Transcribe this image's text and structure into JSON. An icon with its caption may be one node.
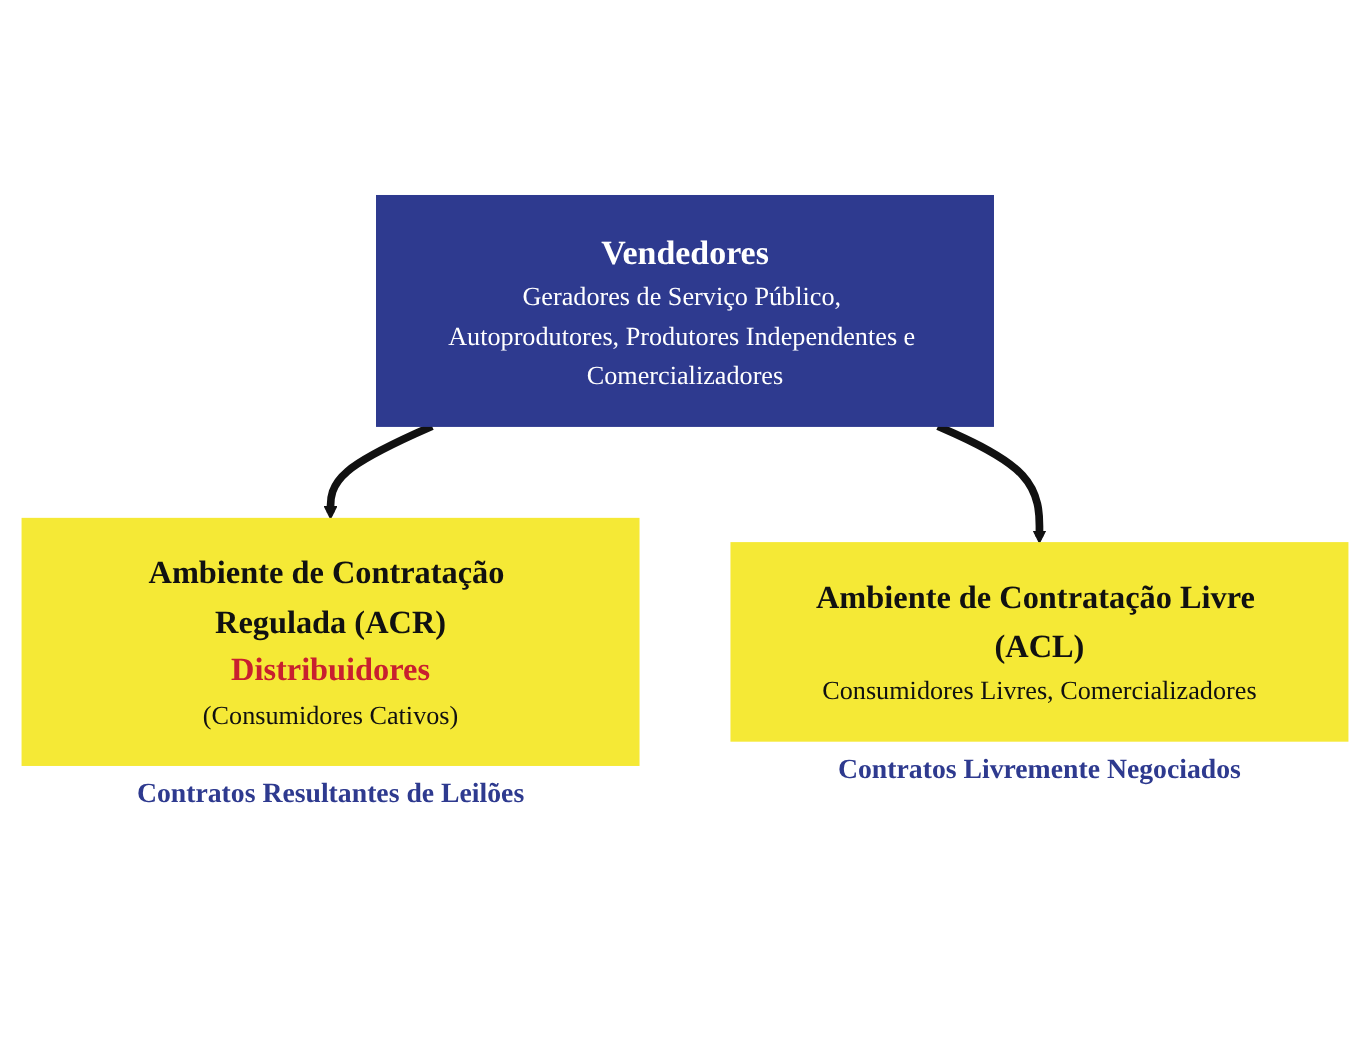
{
  "diagram": {
    "nodes": [
      {
        "text": [
          "Vendedores",
          "Geradores de Serviço Público, Autoprodutores, Produtores Independentes e Comercializadores"
        ]
      },
      {
        "text": [
          "Ambiente de Contratação Regulada (ACR)",
          "Distribuidores",
          "(Consumidores Cativos)"
        ],
        "beside": [
          "Contratos Resultantes de Leilões"
        ]
      },
      {
        "text": [
          "Ambiente de Contratação Livre (ACL)",
          "Consumidores Livres, Comercializadores"
        ],
        "beside": [
          "Contratos Livremente Negociados"
        ]
      }
    ],
    "edges": [
      {
        "from": 0,
        "to": 1,
        "arrow": "to"
      },
      {
        "from": 0,
        "to": 2,
        "arrow": "to"
      }
    ]
  }
}
